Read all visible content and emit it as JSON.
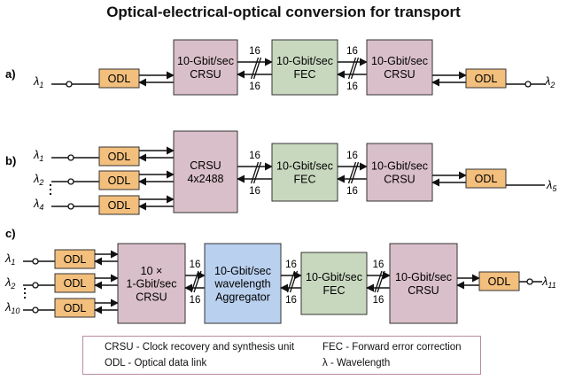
{
  "title": "Optical-electrical-optical conversion for transport",
  "colors": {
    "odl": "#f3bf7d",
    "crsu": "#d9bfc9",
    "fec": "#c8d8bf",
    "aggregator": "#b9d0ef"
  },
  "row_a": {
    "label": "a)",
    "input": "λ1",
    "odl_in": "ODL",
    "crsu_in": [
      "10-Gbit/sec",
      "CRSU"
    ],
    "fec": [
      "10-Gbit/sec",
      "FEC"
    ],
    "crsu_out": [
      "10-Gbit/sec",
      "CRSU"
    ],
    "odl_out": "ODL",
    "output": "λ2",
    "bus_width": "16"
  },
  "row_b": {
    "label": "b)",
    "inputs": [
      "λ1",
      "λ2",
      "λ4"
    ],
    "odl": "ODL",
    "crsu_in": [
      "CRSU",
      "4x2488"
    ],
    "fec": [
      "10-Gbit/sec",
      "FEC"
    ],
    "crsu_out": [
      "10-Gbit/sec",
      "CRSU"
    ],
    "odl_out": "ODL",
    "output": "λ5",
    "bus_width": "16"
  },
  "row_c": {
    "label": "c)",
    "inputs": [
      "λ1",
      "λ2",
      "λ10"
    ],
    "odl": "ODL",
    "crsu_in": [
      "10 ×",
      "1-Gbit/sec",
      "CRSU"
    ],
    "aggregator": [
      "10-Gbit/sec",
      "wavelength",
      "Aggregator"
    ],
    "fec": [
      "10-Gbit/sec",
      "FEC"
    ],
    "crsu_out": [
      "10-Gbit/sec",
      "CRSU"
    ],
    "odl_out": "ODL",
    "output": "λ11",
    "bus_width": "16"
  },
  "legend": {
    "crsu": "CRSU - Clock recovery and synthesis unit",
    "odl": "ODL - Optical data link",
    "fec": "FEC - Forward error correction",
    "lambda": "λ - Wavelength"
  }
}
